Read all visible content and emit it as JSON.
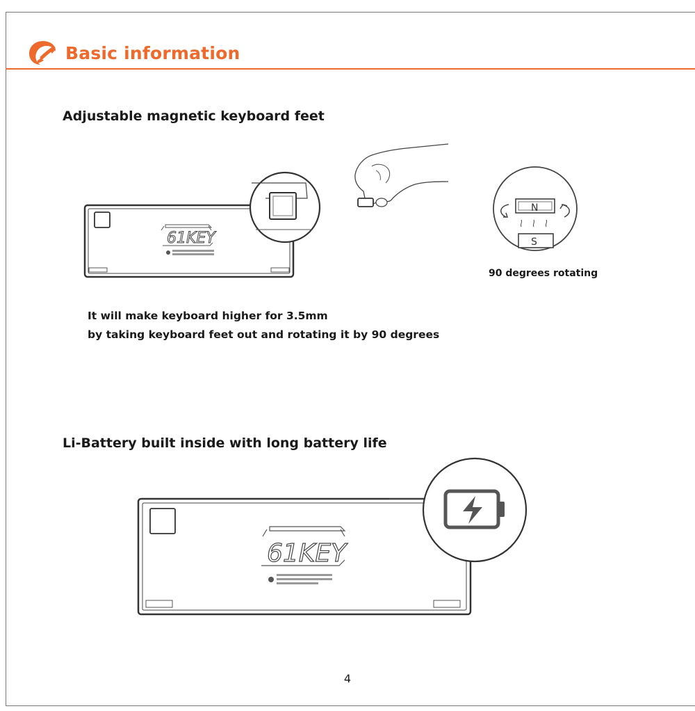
{
  "header": {
    "title": "Basic information",
    "accent_color": "#ee6a2c",
    "logo_icon": "brand-swoosh-logo"
  },
  "section_feet": {
    "title": "Adjustable magnetic keyboard feet",
    "description_lines": [
      "It will make keyboard higher for 3.5mm",
      "by taking keyboard feet out and rotating it by 90 degrees"
    ],
    "rotate_caption": "90 degrees rotating",
    "magnet_north": "N",
    "magnet_south": "S",
    "keyboard_logo": "61KEY"
  },
  "section_battery": {
    "title": "Li-Battery built inside with long battery life",
    "keyboard_logo": "61KEY",
    "battery_icon": "battery-charging-icon"
  },
  "footer": {
    "page_number": "4"
  }
}
